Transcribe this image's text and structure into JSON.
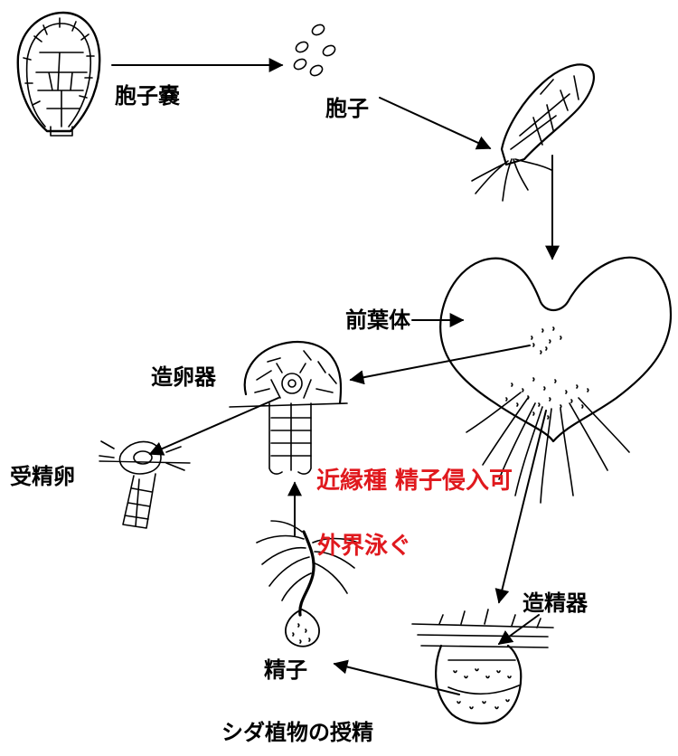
{
  "labels": {
    "sporangium": "胞子嚢",
    "spore": "胞子",
    "prothallus": "前葉体",
    "archegonium": "造卵器",
    "zygote": "受精卵",
    "antheridium": "造精器",
    "sperm": "精子"
  },
  "notes": {
    "related_species": "近縁種 精子侵入可",
    "swim_outside": "外界泳ぐ"
  },
  "caption": "シダ植物の授精",
  "colors": {
    "ink": "#000000",
    "note_red": "#e0191e",
    "background": "#ffffff"
  }
}
